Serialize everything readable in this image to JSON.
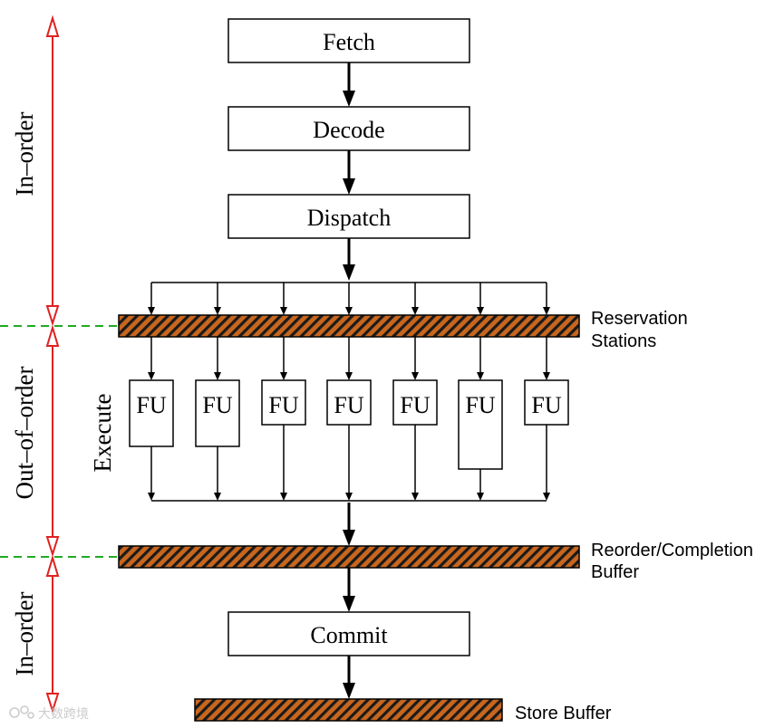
{
  "stages": {
    "fetch": "Fetch",
    "decode": "Decode",
    "dispatch": "Dispatch",
    "commit": "Commit"
  },
  "execute_label": "Execute",
  "functional_units": [
    "FU",
    "FU",
    "FU",
    "FU",
    "FU",
    "FU",
    "FU"
  ],
  "buffers": {
    "reservation_line1": "Reservation",
    "reservation_line2": "Stations",
    "reorder_line1": "Reorder/Completion",
    "reorder_line2": "Buffer",
    "store": "Store Buffer"
  },
  "regions": {
    "top": "In–order",
    "middle": "Out–of–order",
    "bottom": "In–order"
  },
  "watermark": "大数跨境",
  "colors": {
    "buffer_fill": "#c8661e",
    "region_arrow": "#e02020",
    "divider": "#22aa22",
    "ink": "#000000"
  }
}
